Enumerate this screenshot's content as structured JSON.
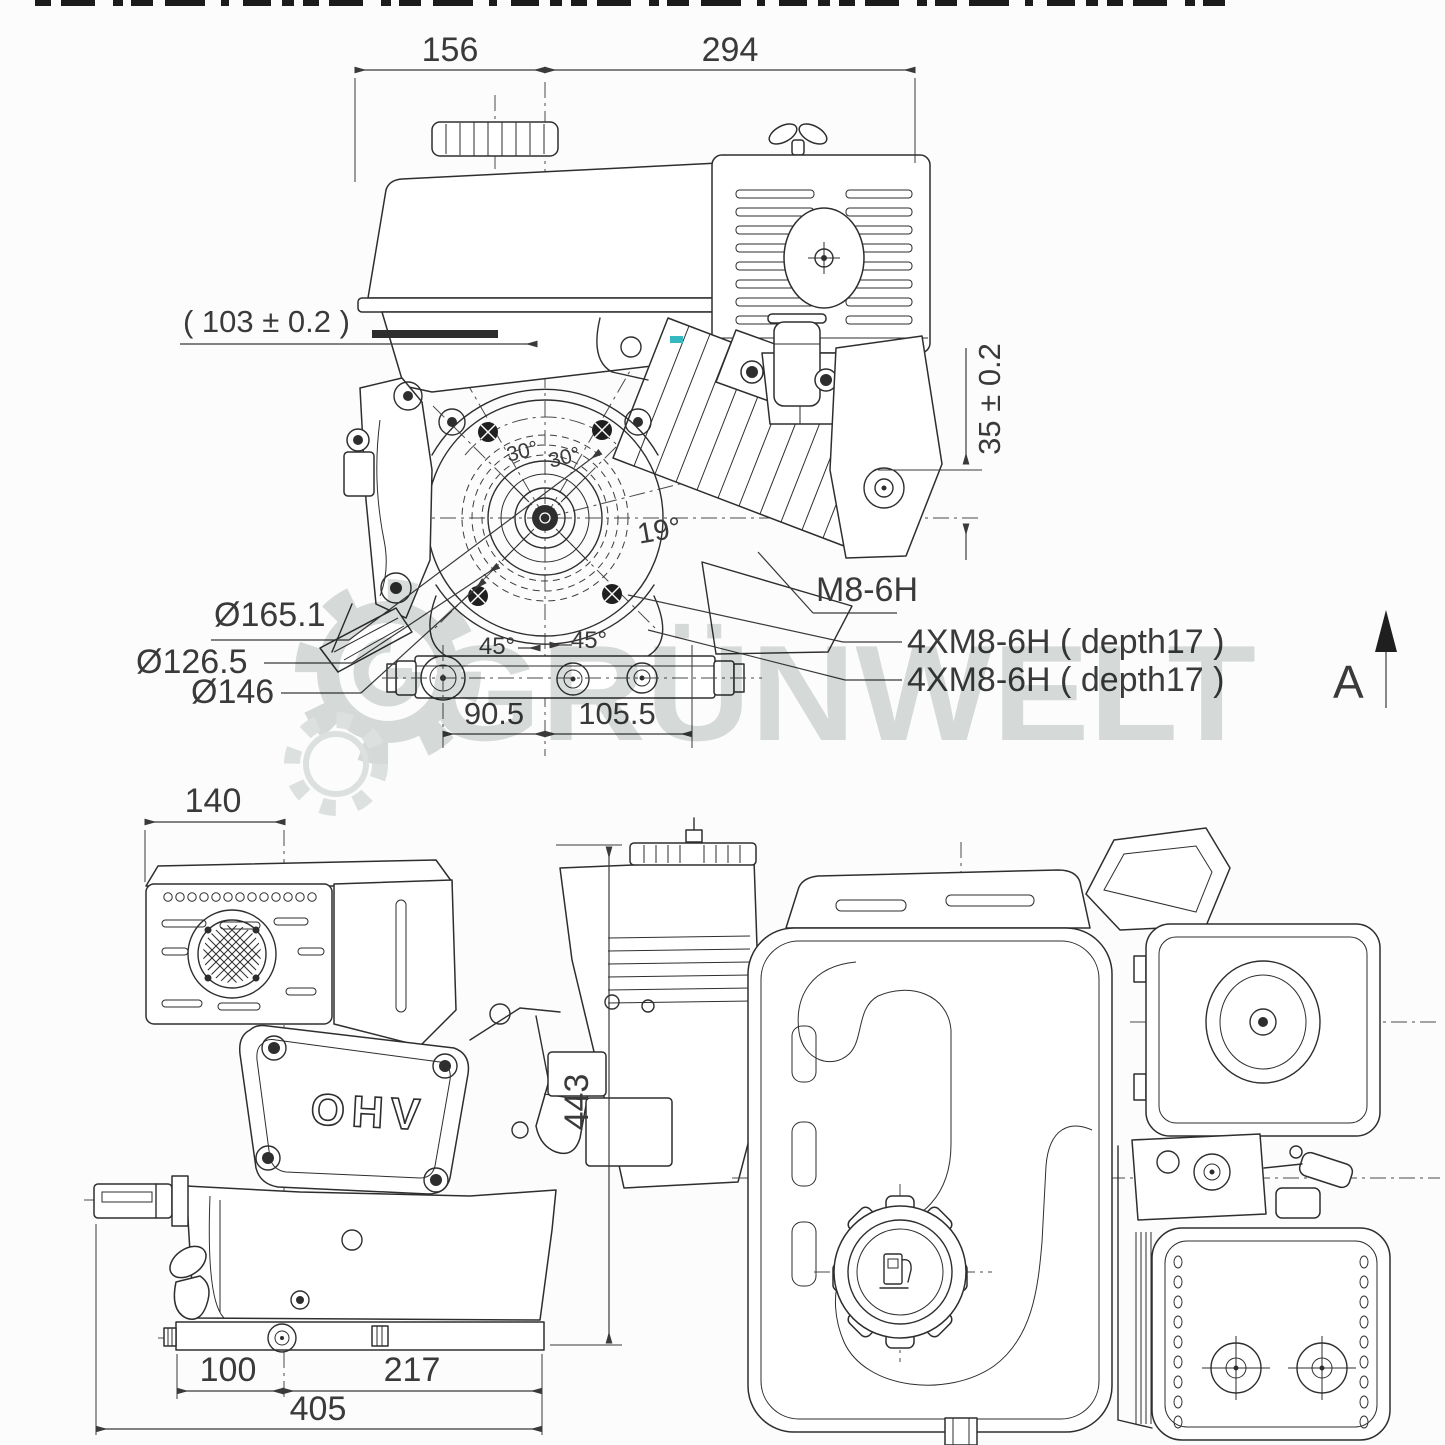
{
  "page": {
    "bg": "#fcfcfc",
    "line_color": "#2e2e2e",
    "dim_color": "#3a3a3a",
    "accent_teal": "#35b8c0"
  },
  "watermark": {
    "text": "GRÜNWELT",
    "color": "#d8dcda"
  },
  "front_view": {
    "dim_156": "156",
    "dim_294": "294",
    "dim_103": "( 103 ± 0.2 )",
    "dim_35": "35 ± 0.2",
    "dia_165": "Ø165.1",
    "dia_126": "Ø126.5",
    "dia_146": "Ø146",
    "dim_90": "90.5",
    "dim_105": "105.5",
    "thread_m8": "M8-6H",
    "thread_4xm8_a": "4XM8-6H ( depth17 )",
    "thread_4xm8_b": "4XM8-6H ( depth17 )",
    "angle_30_l": "30°",
    "angle_30_r": "30°",
    "angle_19": "19°",
    "angle_45_l": "45°",
    "angle_45_r": "45°",
    "view_label": "A"
  },
  "side_view": {
    "dim_140": "140",
    "dim_443": "443",
    "dim_100": "100",
    "dim_217": "217",
    "dim_405": "405",
    "cover_label": "OHV"
  }
}
